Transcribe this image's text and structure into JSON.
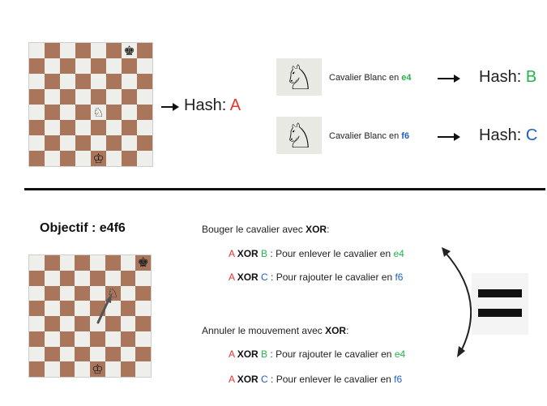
{
  "board1": {
    "pieces": {
      "6": "♚",
      "36": "♘",
      "60": "♔"
    }
  },
  "board2": {
    "pieces": {
      "7": "♚",
      "21": "♘",
      "60": "♔"
    }
  },
  "main_hash": {
    "prefix": "Hash: ",
    "letter": "A"
  },
  "knight_rows": [
    {
      "icon": "♘",
      "label": "Cavalier Blanc en ",
      "square": "e4",
      "hash_prefix": "Hash: ",
      "hash_letter": "B"
    },
    {
      "icon": "♘",
      "label": "Cavalier Blanc en ",
      "square": "f6",
      "hash_prefix": "Hash: ",
      "hash_letter": "C"
    }
  ],
  "objectif": "Objectif : e4f6",
  "move_title": {
    "text": "Bouger le cavalier avec ",
    "bold": "XOR",
    "suffix": ":"
  },
  "move_lines": [
    {
      "a": "A",
      "xor": "XOR",
      "b": "B",
      "text": " : Pour enlever le cavalier en ",
      "sq": "e4"
    },
    {
      "a": "A",
      "xor": "XOR",
      "b": "C",
      "text": " : Pour rajouter le cavalier en ",
      "sq": "f6"
    }
  ],
  "undo_title": {
    "text": "Annuler le mouvement avec ",
    "bold": "XOR",
    "suffix": ":"
  },
  "undo_lines": [
    {
      "a": "A",
      "xor": "XOR",
      "b": "B",
      "text": " : Pour rajouter le cavalier en ",
      "sq": "e4"
    },
    {
      "a": "A",
      "xor": "XOR",
      "b": "C",
      "text": " : Pour enlever le cavalier en ",
      "sq": "f6"
    }
  ],
  "colors": {
    "red": "#e8322f",
    "green": "#22b44a",
    "blue": "#1e5ec4",
    "dark_square": "#a9765c",
    "light_square": "#eeeeea"
  }
}
